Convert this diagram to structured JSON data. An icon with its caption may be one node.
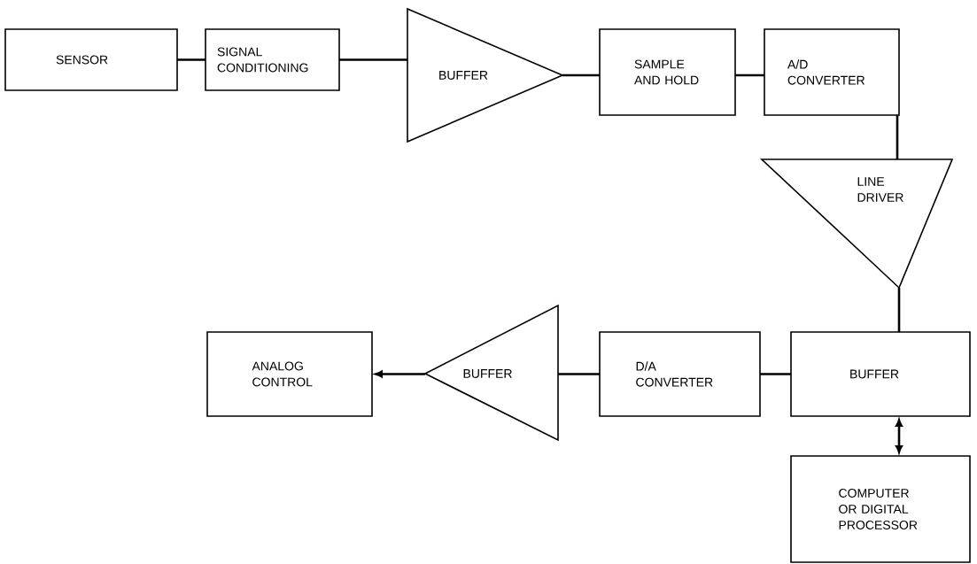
{
  "diagram": {
    "nodes": [
      {
        "text": [
          "SENSOR"
        ]
      },
      {
        "text": [
          "SIGNAL CONDITIONING"
        ]
      },
      {
        "text": [
          "BUFFER"
        ]
      },
      {
        "text": [
          "SAMPLE AND HOLD"
        ]
      },
      {
        "text": [
          "A/D CONVERTER"
        ]
      },
      {
        "text": [
          "LINE DRIVER"
        ]
      },
      {
        "text": [
          "BUFFER"
        ]
      },
      {
        "text": [
          "D/A CONVERTER"
        ]
      },
      {
        "text": [
          "BUFFER"
        ]
      },
      {
        "text": [
          "ANALOG CONTROL"
        ]
      },
      {
        "text": [
          "COMPUTER OR DIGITAL PROCESSOR"
        ]
      }
    ],
    "edges": [
      {
        "from": 0,
        "to": 1,
        "arrow": "none"
      },
      {
        "from": 1,
        "to": 2,
        "arrow": "none"
      },
      {
        "from": 2,
        "to": 3,
        "arrow": "none"
      },
      {
        "from": 3,
        "to": 4,
        "arrow": "none"
      },
      {
        "from": 4,
        "to": 5,
        "arrow": "none"
      },
      {
        "from": 5,
        "to": 6,
        "arrow": "none"
      },
      {
        "from": 6,
        "to": 7,
        "arrow": "none"
      },
      {
        "from": 7,
        "to": 8,
        "arrow": "none"
      },
      {
        "from": 8,
        "to": 9,
        "arrow": "to"
      },
      {
        "from": 6,
        "to": 10,
        "arrow": "both"
      }
    ]
  }
}
